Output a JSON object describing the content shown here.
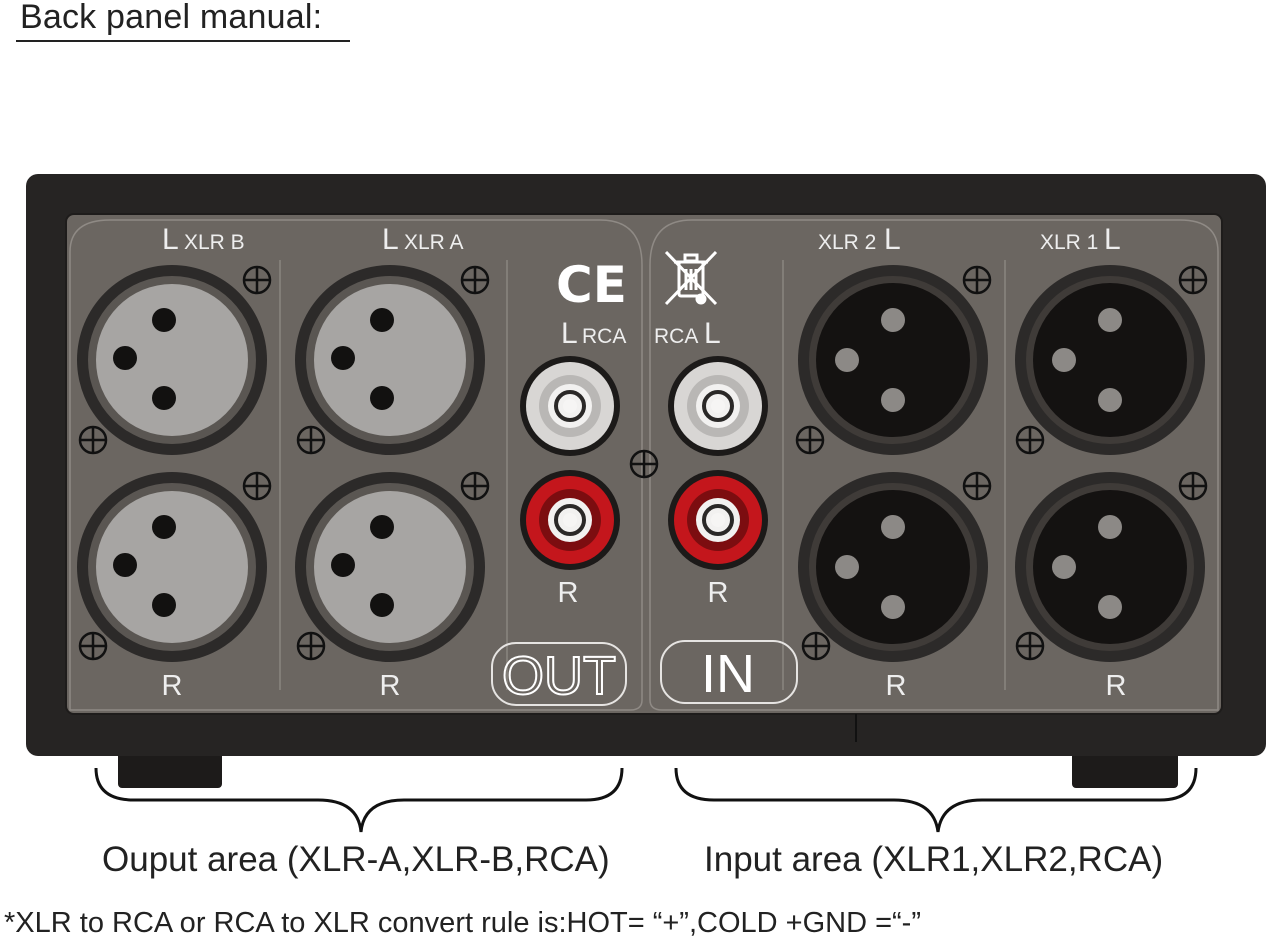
{
  "title": "Back panel manual:",
  "panel": {
    "marks": {
      "ce": "CE"
    },
    "labels": {
      "xlr_b_prefix": "L",
      "xlr_b": "XLR B",
      "xlr_a_prefix": "L",
      "xlr_a": "XLR A",
      "xlr_2": "XLR 2",
      "xlr_2_suffix": "L",
      "xlr_1": "XLR 1",
      "xlr_1_suffix": "L",
      "out_rca_prefix": "L",
      "out_rca": "RCA",
      "in_rca": "RCA",
      "in_rca_suffix": "L",
      "r": "R",
      "out_badge": "OUT",
      "in_badge": "IN"
    }
  },
  "captions": {
    "output_area": "Ouput area (XLR-A,XLR-B,RCA)",
    "input_area": "Input area (XLR1,XLR2,RCA)"
  },
  "note": "*XLR to RCA or RCA to XLR convert rule is:HOT= “+”,COLD +GND =“-”",
  "colors": {
    "chassis": "#262423",
    "plate": "#6b6661",
    "female_xlr_fill": "#a7a5a3",
    "male_xlr_fill": "#151312",
    "rca_red": "#c4161c",
    "rca_white": "#d8d6d4"
  }
}
